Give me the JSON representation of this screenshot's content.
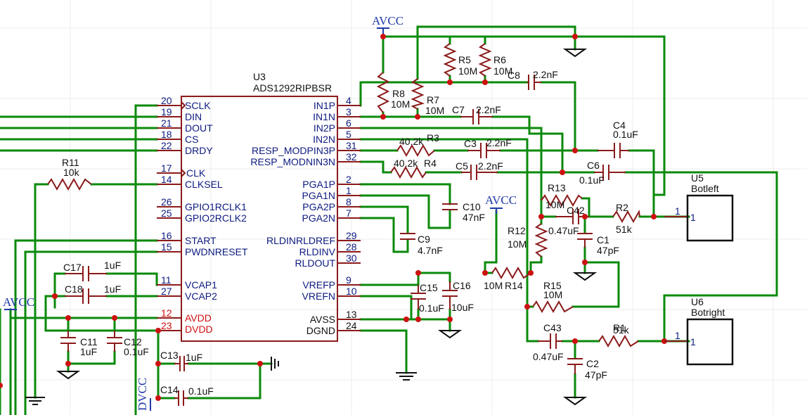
{
  "power": {
    "avcc_top": "AVCC",
    "avcc_mid": "AVCC",
    "avcc_left": "AVCC",
    "dvcc": "DVCC"
  },
  "ic": {
    "ref": "U3",
    "part": "ADS1292RIPBSR",
    "left_pins": [
      {
        "num": "20",
        "name": "SCLK"
      },
      {
        "num": "19",
        "name": "DIN"
      },
      {
        "num": "21",
        "name": "DOUT"
      },
      {
        "num": "18",
        "name": "CS"
      },
      {
        "num": "22",
        "name": "DRDY"
      },
      {
        "num": "17",
        "name": "CLK"
      },
      {
        "num": "14",
        "name": "CLKSEL"
      },
      {
        "num": "26",
        "name": "GPIO1RCLK1"
      },
      {
        "num": "25",
        "name": "GPIO2RCLK2"
      },
      {
        "num": "16",
        "name": "START"
      },
      {
        "num": "15",
        "name": "PWDNRESET"
      },
      {
        "num": "11",
        "name": "VCAP1"
      },
      {
        "num": "27",
        "name": "VCAP2"
      },
      {
        "num": "12",
        "name": "AVDD"
      },
      {
        "num": "23",
        "name": "DVDD"
      }
    ],
    "right_pins": [
      {
        "num": "4",
        "name": "IN1P"
      },
      {
        "num": "3",
        "name": "IN1N"
      },
      {
        "num": "6",
        "name": "IN2P"
      },
      {
        "num": "5",
        "name": "IN2N"
      },
      {
        "num": "31",
        "name": "RESP_MODPIN3P"
      },
      {
        "num": "32",
        "name": "RESP_MODNIN3N"
      },
      {
        "num": "2",
        "name": "PGA1P"
      },
      {
        "num": "1",
        "name": "PGA1N"
      },
      {
        "num": "8",
        "name": "PGA2P"
      },
      {
        "num": "7",
        "name": "PGA2N"
      },
      {
        "num": "29",
        "name": "RLDINRLDREF"
      },
      {
        "num": "28",
        "name": "RLDINV"
      },
      {
        "num": "30",
        "name": "RLDOUT"
      },
      {
        "num": "9",
        "name": "VREFP"
      },
      {
        "num": "10",
        "name": "VREFN"
      },
      {
        "num": "13",
        "name": "AVSS"
      },
      {
        "num": "24",
        "name": "DGND"
      }
    ]
  },
  "components": {
    "R11": {
      "ref": "R11",
      "value": "10k"
    },
    "R5": {
      "ref": "R5",
      "value": "10M"
    },
    "R6": {
      "ref": "R6",
      "value": "10M"
    },
    "R7": {
      "ref": "R7",
      "value": "10M"
    },
    "R8": {
      "ref": "R8",
      "value": "10M"
    },
    "C8": {
      "ref": "C8",
      "value": "2.2nF"
    },
    "C7": {
      "ref": "C7",
      "value": "2.2nF"
    },
    "R3": {
      "ref": "R3",
      "value": "40.2k"
    },
    "R4": {
      "ref": "R4",
      "value": "40.2k"
    },
    "C3": {
      "ref": "C3",
      "value": "2.2nF"
    },
    "C5": {
      "ref": "C5",
      "value": "2.2nF"
    },
    "C4": {
      "ref": "C4",
      "value": "0.1uF"
    },
    "C6": {
      "ref": "C6",
      "value": "0.1uF"
    },
    "C10": {
      "ref": "C10",
      "value": "47nF"
    },
    "C9": {
      "ref": "C9",
      "value": "4.7nF"
    },
    "R13": {
      "ref": "R13",
      "value": "10M"
    },
    "C42": {
      "ref": "C42",
      "value": "0.47uF"
    },
    "R2": {
      "ref": "R2",
      "value": "51k"
    },
    "C1": {
      "ref": "C1",
      "value": "47pF"
    },
    "R12": {
      "ref": "R12",
      "value": "10M"
    },
    "R14": {
      "ref": "R14",
      "value": "10M"
    },
    "R15": {
      "ref": "R15",
      "value": "10M"
    },
    "C43": {
      "ref": "C43",
      "value": "0.47uF"
    },
    "R1": {
      "ref": "R1",
      "value": "51k"
    },
    "C2": {
      "ref": "C2",
      "value": "47pF"
    },
    "C15": {
      "ref": "C15",
      "value": "0.1uF"
    },
    "C16": {
      "ref": "C16",
      "value": "10uF"
    },
    "C17": {
      "ref": "C17",
      "value": "1uF"
    },
    "C18": {
      "ref": "C18",
      "value": "1uF"
    },
    "C11": {
      "ref": "C11",
      "value": "1uF"
    },
    "C12": {
      "ref": "C12",
      "value": "0.1uF"
    },
    "C13": {
      "ref": "C13",
      "value": "1uF"
    },
    "C14": {
      "ref": "C14",
      "value": "0.1uF"
    }
  },
  "connectors": {
    "U5": {
      "ref": "U5",
      "name": "Botleft",
      "pin": "1",
      "pad": "1"
    },
    "U6": {
      "ref": "U6",
      "name": "Botright",
      "pin": "1",
      "pad": "1"
    }
  }
}
